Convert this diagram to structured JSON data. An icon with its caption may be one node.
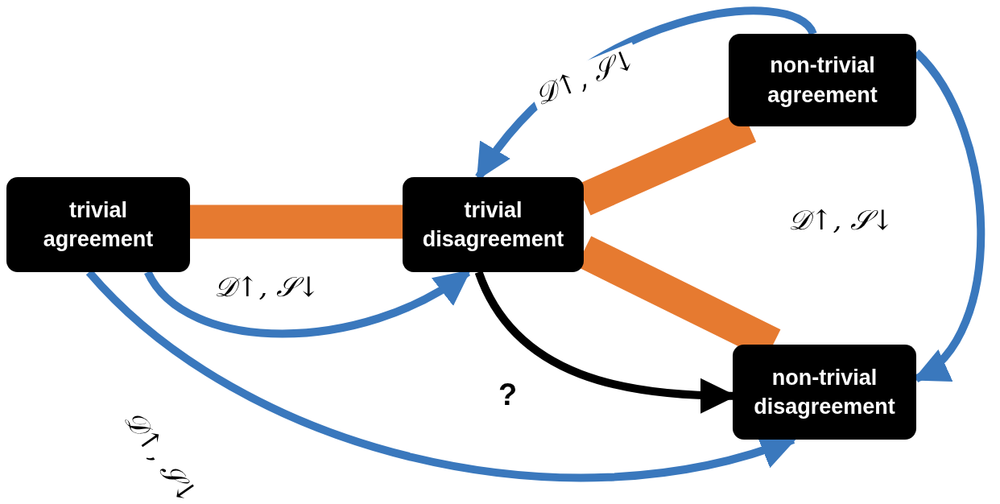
{
  "diagram": {
    "nodes": [
      {
        "text": [
          "trivial agreement"
        ]
      },
      {
        "text": [
          "trivial disagreement"
        ]
      },
      {
        "text": [
          "non-trivial agreement"
        ]
      },
      {
        "text": [
          "non-trivial disagreement"
        ]
      }
    ],
    "edges": [
      {
        "from": 0,
        "to": 1,
        "arrow": "none",
        "style": "thick",
        "color": "#e67a30"
      },
      {
        "from": 1,
        "to": 2,
        "arrow": "none",
        "style": "thick",
        "color": "#e67a30"
      },
      {
        "from": 1,
        "to": 3,
        "arrow": "none",
        "style": "thick",
        "color": "#e67a30"
      },
      {
        "from": 0,
        "to": 1,
        "arrow": "to",
        "label": "𝒟↑, 𝒮↓"
      },
      {
        "from": 2,
        "to": 1,
        "arrow": "to",
        "label": "𝒟↑, 𝒮↓"
      },
      {
        "from": 2,
        "to": 3,
        "arrow": "to",
        "label": "𝒟↑, 𝒮↓"
      },
      {
        "from": 0,
        "to": 3,
        "arrow": "to",
        "label": "𝒟↑, 𝒮↓"
      },
      {
        "from": 1,
        "to": 3,
        "arrow": "to",
        "label": "?",
        "color": "#000000"
      }
    ]
  }
}
